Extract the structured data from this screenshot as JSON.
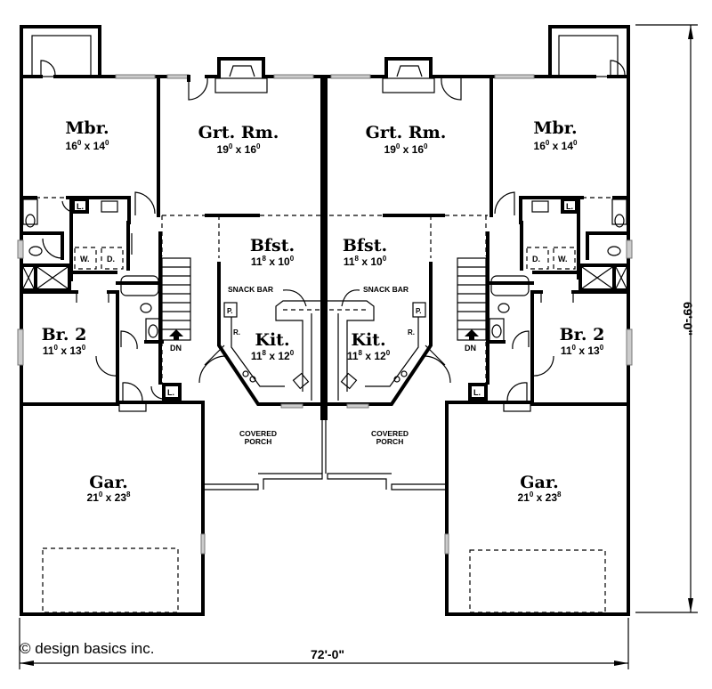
{
  "plan": {
    "type": "duplex floor plan",
    "overall_width": "72'-0\"",
    "overall_depth": "69'-0\"",
    "copyright": "© design basics inc."
  },
  "units": [
    {
      "side": "left",
      "rooms": {
        "mbr": {
          "name": "Mbr.",
          "dim_a": "16",
          "sup_a": "0",
          "dim_b": "14",
          "sup_b": "0"
        },
        "grt": {
          "name": "Grt. Rm.",
          "dim_a": "19",
          "sup_a": "0",
          "dim_b": "16",
          "sup_b": "0"
        },
        "bfst": {
          "name": "Bfst.",
          "dim_a": "11",
          "sup_a": "8",
          "dim_b": "10",
          "sup_b": "0"
        },
        "kit": {
          "name": "Kit.",
          "dim_a": "11",
          "sup_a": "8",
          "dim_b": "12",
          "sup_b": "0"
        },
        "br2": {
          "name": "Br. 2",
          "dim_a": "11",
          "sup_a": "0",
          "dim_b": "13",
          "sup_b": "0"
        },
        "gar": {
          "name": "Gar.",
          "dim_a": "21",
          "sup_a": "0",
          "dim_b": "23",
          "sup_b": "8"
        }
      },
      "labels": {
        "snack_bar": "SNACK BAR",
        "pantry": "P.",
        "fridge": "R.",
        "stairs": "DN",
        "washer": "W.",
        "dryer": "D.",
        "linen_1": "L.",
        "linen_2": "L.",
        "porch_1": "COVERED",
        "porch_2": "PORCH"
      }
    },
    {
      "side": "right",
      "rooms": {
        "mbr": {
          "name": "Mbr.",
          "dim_a": "16",
          "sup_a": "0",
          "dim_b": "14",
          "sup_b": "0"
        },
        "grt": {
          "name": "Grt. Rm.",
          "dim_a": "19",
          "sup_a": "0",
          "dim_b": "16",
          "sup_b": "0"
        },
        "bfst": {
          "name": "Bfst.",
          "dim_a": "11",
          "sup_a": "8",
          "dim_b": "10",
          "sup_b": "0"
        },
        "kit": {
          "name": "Kit.",
          "dim_a": "11",
          "sup_a": "8",
          "dim_b": "12",
          "sup_b": "0"
        },
        "br2": {
          "name": "Br. 2",
          "dim_a": "11",
          "sup_a": "0",
          "dim_b": "13",
          "sup_b": "0"
        },
        "gar": {
          "name": "Gar.",
          "dim_a": "21",
          "sup_a": "0",
          "dim_b": "23",
          "sup_b": "8"
        }
      },
      "labels": {
        "snack_bar": "SNACK BAR",
        "pantry": "P.",
        "fridge": "R.",
        "stairs": "DN",
        "washer": "W.",
        "dryer": "D.",
        "linen_1": "L.",
        "linen_2": "L.",
        "porch_1": "COVERED",
        "porch_2": "PORCH"
      }
    }
  ],
  "colors": {
    "ink": "#000000",
    "paper": "#ffffff",
    "window": "#cccccc"
  }
}
